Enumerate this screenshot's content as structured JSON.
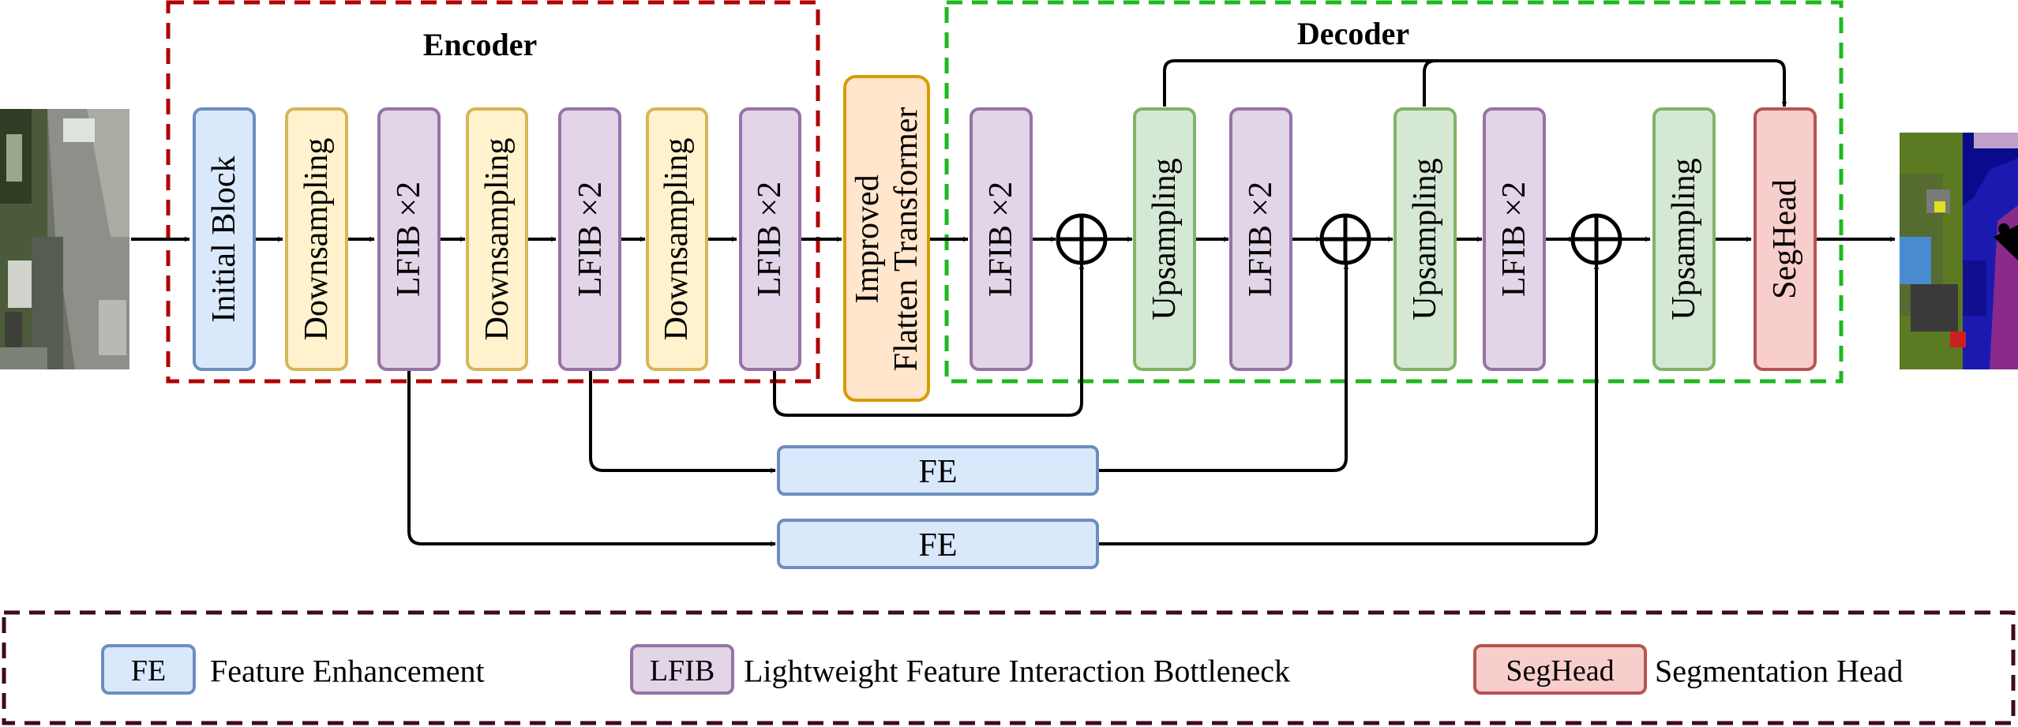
{
  "encoder": {
    "title": "Encoder"
  },
  "decoder": {
    "title": "Decoder"
  },
  "blocks": {
    "initial_block": "Initial Block",
    "downsampling_1": "Downsampling",
    "lfib_1": "LFIB ×2",
    "downsampling_2": "Downsampling",
    "lfib_2": "LFIB ×2",
    "downsampling_3": "Downsampling",
    "lfib_3": "LFIB ×2",
    "transformer_line1": "Improved",
    "transformer_line2": "Flatten Transformer",
    "decoder_lfib_1": "LFIB ×2",
    "upsampling_1": "Upsampling",
    "decoder_lfib_2": "LFIB ×2",
    "upsampling_2": "Upsampling",
    "decoder_lfib_3": "LFIB ×2",
    "upsampling_3": "Upsampling",
    "seghead": "SegHead",
    "fe_1": "FE",
    "fe_2": "FE"
  },
  "legend": {
    "fe_key": "FE",
    "fe_desc": "Feature Enhancement",
    "lfib_key": "LFIB",
    "lfib_desc": "Lightweight Feature Interaction Bottleneck",
    "seghead_key": "SegHead",
    "seghead_desc": "Segmentation Head"
  },
  "colors": {
    "blue_fill": "#dae8fc",
    "blue_stroke": "#6c8ebf",
    "yellow_fill": "#fff2cc",
    "yellow_stroke": "#d6b656",
    "purple_fill": "#e1d5e7",
    "purple_stroke": "#9673a6",
    "orange_fill": "#ffe6cc",
    "orange_stroke": "#d79b00",
    "green_fill": "#d5e8d4",
    "green_stroke": "#82b366",
    "red_fill": "#f8cecc",
    "red_stroke": "#b85450",
    "encoder_border": "#b00000",
    "decoder_border": "#1eb81e",
    "legend_border": "#3d0a1f"
  },
  "icons": {
    "input_image": "street-scene-photo",
    "output_image": "segmentation-map",
    "sum_nodes": "circled-plus-icon"
  }
}
